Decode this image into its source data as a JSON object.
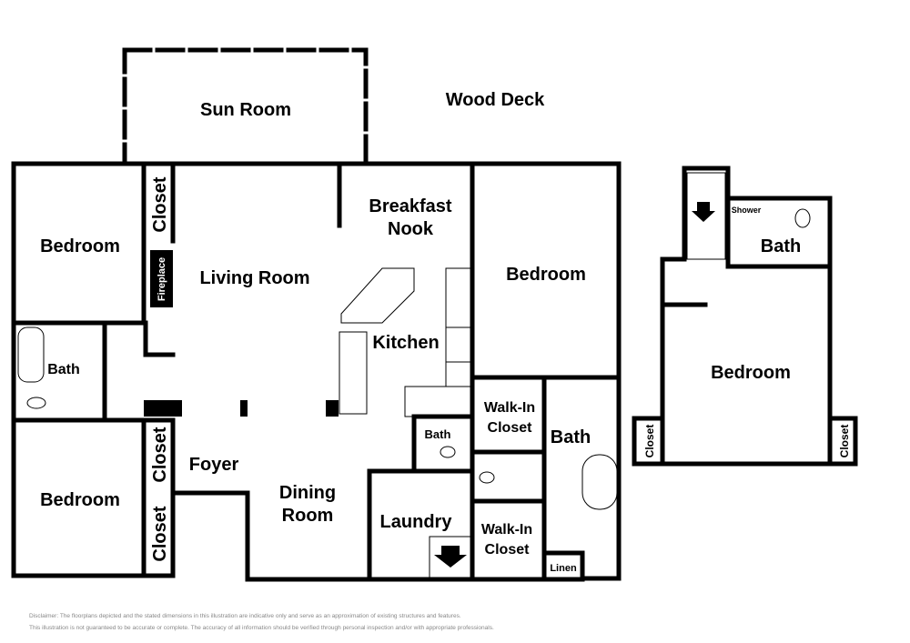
{
  "rooms": {
    "sun_room": "Sun Room",
    "wood_deck": "Wood Deck",
    "bedroom": "Bedroom",
    "closet": "Closet",
    "fireplace": "Fireplace",
    "living_room": "Living Room",
    "breakfast_nook_1": "Breakfast",
    "breakfast_nook_2": "Nook",
    "kitchen": "Kitchen",
    "bath": "Bath",
    "foyer": "Foyer",
    "dining_1": "Dining",
    "dining_2": "Room",
    "laundry": "Laundry",
    "walkin_1": "Walk-In",
    "walkin_2": "Closet",
    "linen": "Linen",
    "shower": "Shower"
  },
  "disclaimer": {
    "line1": "Disclaimer: The floorplans depicted and the stated dimensions in this illustration are indicative only and serve as an approximation of existing structures and features.",
    "line2": "This illustration is not guaranteed to be accurate or complete. The accuracy of all information should be verified through personal inspection and/or with appropriate professionals."
  }
}
